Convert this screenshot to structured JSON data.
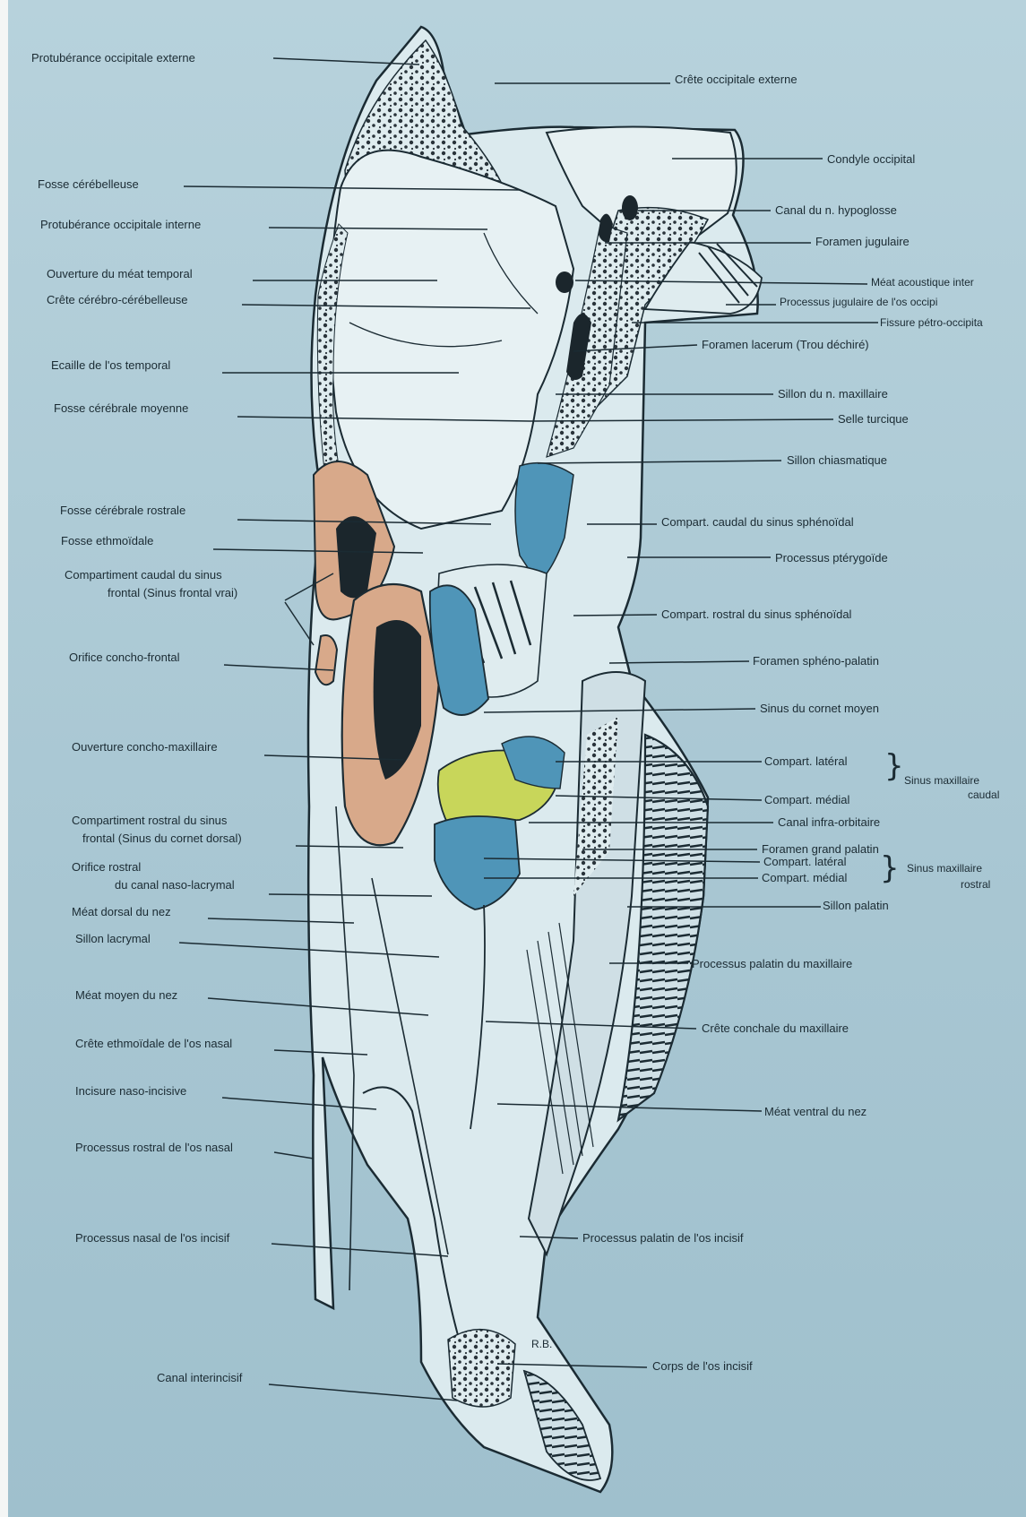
{
  "labels": {
    "protuberance_occipitale_externe": "Protubérance occipitale externe",
    "crete_occipitale_externe": "Crête occipitale externe",
    "condyle_occipital": "Condyle occipital",
    "fosse_cerebelleuse": "Fosse cérébelleuse",
    "canal_hypoglosse": "Canal du n. hypoglosse",
    "protuberance_occipitale_interne": "Protubérance occipitale interne",
    "foramen_jugulaire": "Foramen jugulaire",
    "ouverture_meat_temporal": "Ouverture du méat temporal",
    "meat_acoustique": "Méat acoustique inter",
    "crete_cerebro_cerebelleuse": "Crête cérébro-cérébelleuse",
    "processus_jugulaire": "Processus jugulaire de l'os occipi",
    "fissure_petro_occipitale": "Fissure pétro-occipita",
    "foramen_lacerum": "Foramen lacerum (Trou déchiré)",
    "ecaille_os_temporal": "Ecaille de l'os temporal",
    "sillon_n_maxillaire": "Sillon du n. maxillaire",
    "fosse_cerebrale_moyenne": "Fosse cérébrale moyenne",
    "selle_turcique": "Selle turcique",
    "sillon_chiasmatique": "Sillon chiasmatique",
    "fosse_cerebrale_rostrale": "Fosse cérébrale rostrale",
    "compart_caudal_sinus_sphenoidal": "Compart. caudal du sinus sphénoïdal",
    "fosse_ethmoidale": "Fosse ethmoïdale",
    "processus_pterygoide": "Processus ptérygoïde",
    "compartiment_caudal_sinus_frontal_1": "Compartiment caudal du sinus",
    "compartiment_caudal_sinus_frontal_2": "frontal (Sinus frontal vrai)",
    "compart_rostral_sinus_sphenoidal": "Compart. rostral du sinus sphénoïdal",
    "orifice_concho_frontal": "Orifice concho-frontal",
    "foramen_spheno_palatin": "Foramen sphéno-palatin",
    "sinus_cornet_moyen": "Sinus du cornet moyen",
    "ouverture_concho_maxillaire": "Ouverture concho-maxillaire",
    "compart_lateral_1": "Compart. latéral",
    "sinus_maxillaire_caudal_1": "Sinus maxillaire",
    "sinus_maxillaire_caudal_2": "caudal",
    "compart_medial_1": "Compart. médial",
    "compartiment_rostral_sinus_frontal_1": "Compartiment rostral du sinus",
    "compartiment_rostral_sinus_frontal_2": "frontal (Sinus du cornet dorsal)",
    "canal_infra_orbitaire": "Canal infra-orbitaire",
    "foramen_grand_palatin": "Foramen grand palatin",
    "orifice_rostral_1": "Orifice rostral",
    "orifice_rostral_2": "du canal naso-lacrymal",
    "compart_lateral_2": "Compart. latéral",
    "compart_medial_2": "Compart. médial",
    "sinus_maxillaire_rostral_1": "Sinus maxillaire",
    "sinus_maxillaire_rostral_2": "rostral",
    "meat_dorsal_nez": "Méat dorsal du nez",
    "sillon_palatin": "Sillon palatin",
    "sillon_lacrymal": "Sillon lacrymal",
    "processus_palatin_maxillaire": "Processus palatin du maxillaire",
    "meat_moyen_nez": "Méat moyen du nez",
    "crete_conchale_maxillaire": "Crête conchale du maxillaire",
    "crete_ethmoidale_os_nasal": "Crête ethmoïdale de l'os nasal",
    "incisure_naso_incisive": "Incisure naso-incisive",
    "meat_ventral_nez": "Méat ventral du nez",
    "processus_rostral_os_nasal": "Processus rostral de l'os nasal",
    "processus_nasal_os_incisif": "Processus nasal de l'os incisif",
    "processus_palatin_os_incisif": "Processus palatin de l'os incisif",
    "corps_os_incisif": "Corps de l'os incisif",
    "canal_interincisif": "Canal interincisif",
    "signature": "R.B."
  },
  "colors": {
    "background": "#aecbd6",
    "bone": "#dfecef",
    "cancellous": "#29333a",
    "ink": "#1b2b33",
    "frontal_sinus": "#d8a98a",
    "maxillary_sinus": "#4f95b8",
    "yellow_region": "#c8d65a"
  }
}
